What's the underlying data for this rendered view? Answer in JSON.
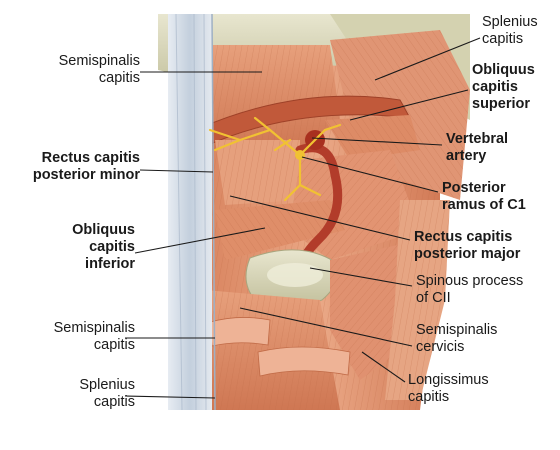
{
  "labels": {
    "semispinalis_capitis_upper": {
      "line1": "Semispinalis",
      "line2": "capitis"
    },
    "rectus_capitis_posterior_minor": {
      "line1": "Rectus capitis",
      "line2": "posterior minor"
    },
    "obliquus_capitis_inferior": {
      "line1": "Obliquus",
      "line2": "capitis",
      "line3": "inferior"
    },
    "semispinalis_capitis_lower": {
      "line1": "Semispinalis",
      "line2": "capitis"
    },
    "splenius_capitis_lower": {
      "line1": "Splenius",
      "line2": "capitis"
    },
    "splenius_capitis_upper": {
      "line1": "Splenius",
      "line2": "capitis"
    },
    "obliquus_capitis_superior": {
      "line1": "Obliquus",
      "line2": "capitis",
      "line3": "superior"
    },
    "vertebral_artery": {
      "line1": "Vertebral",
      "line2": "artery"
    },
    "posterior_ramus_c1": {
      "line1": "Posterior",
      "line2": "ramus of C1"
    },
    "rectus_capitis_posterior_major": {
      "line1": "Rectus capitis",
      "line2": "posterior major"
    },
    "spinous_process_cii": {
      "line1": "Spinous process",
      "line2": "of CII"
    },
    "semispinalis_cervicis": {
      "line1": "Semispinalis",
      "line2": "cervicis"
    },
    "longissimus_capitis": {
      "line1": "Longissimus",
      "line2": "capitis"
    }
  },
  "colors": {
    "muscle": "#e39b78",
    "muscle_dark": "#c8714d",
    "muscle_light": "#f2c1a3",
    "bone": "#d8d6b8",
    "fascia": "#c9d3e0",
    "nerve": "#f1c232",
    "artery": "#b23c2a",
    "leader_line": "#1a1a1a"
  }
}
